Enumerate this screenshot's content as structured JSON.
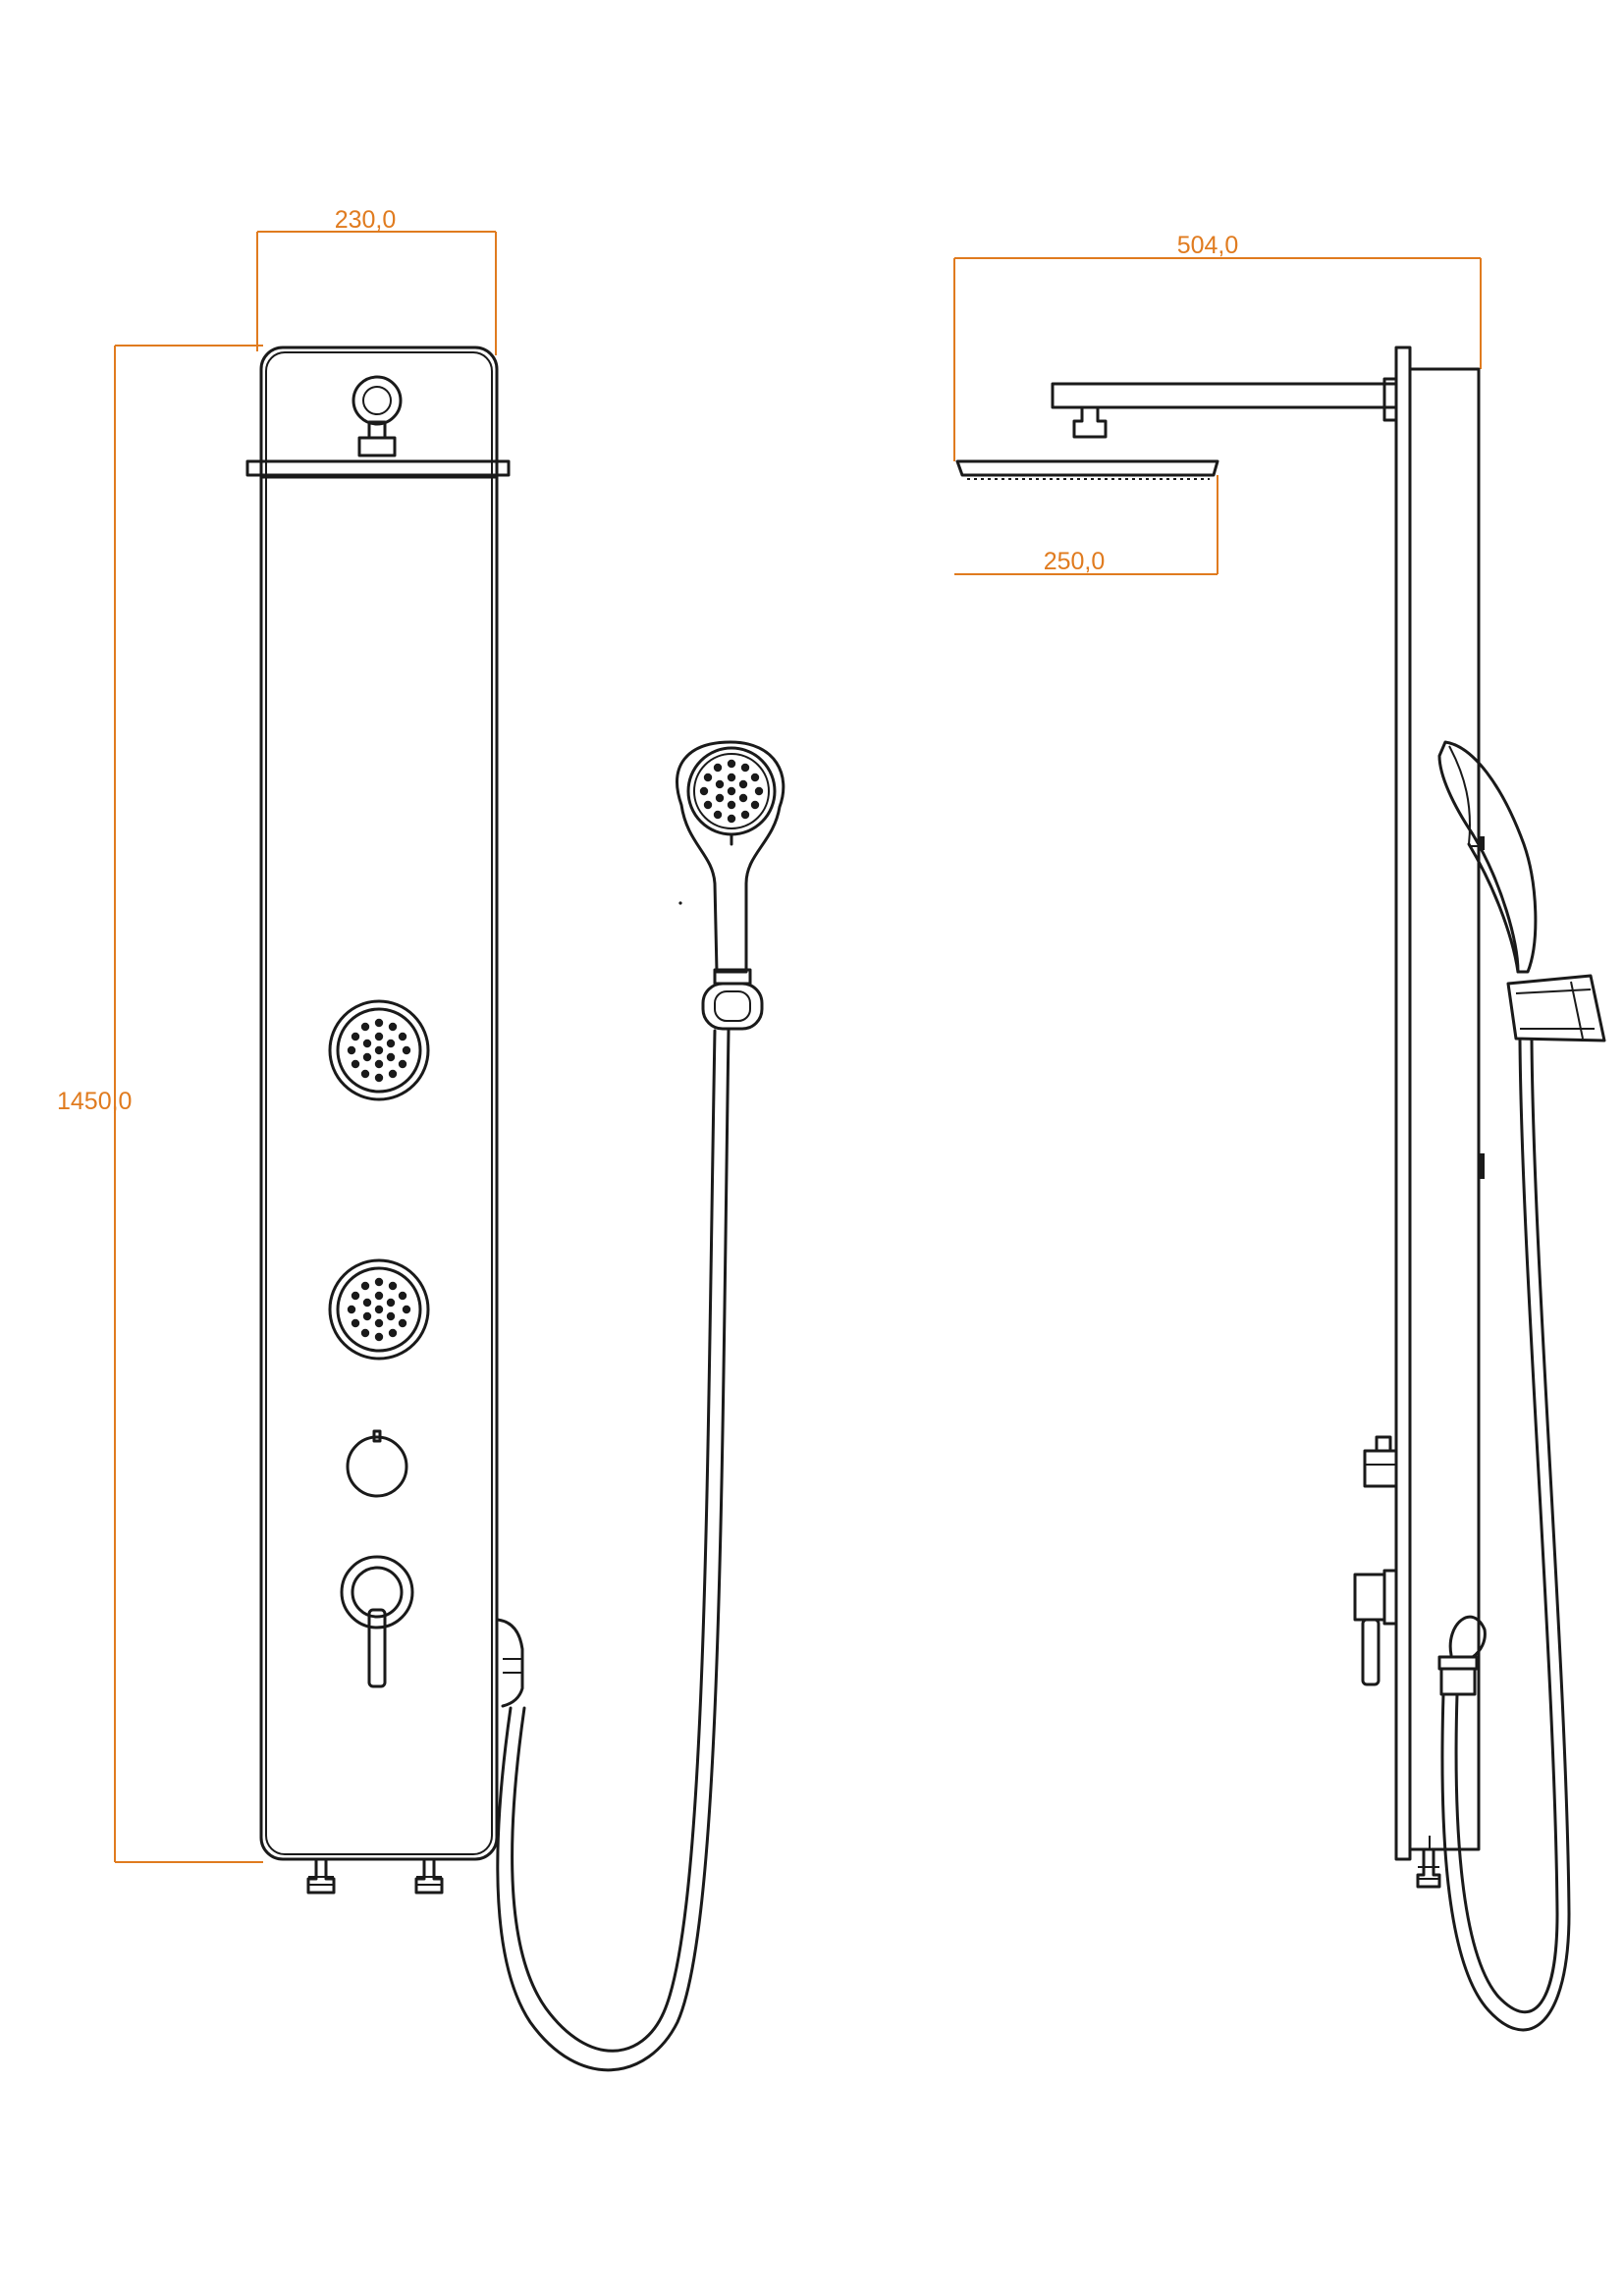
{
  "drawing": {
    "accent_color": "#e07b1f",
    "line_color": "#1a1a1a",
    "background": "#ffffff"
  },
  "front_view": {
    "width_label": "230,0",
    "height_label": "1450,0"
  },
  "side_view": {
    "depth_label": "504,0",
    "head_label": "250,0"
  }
}
